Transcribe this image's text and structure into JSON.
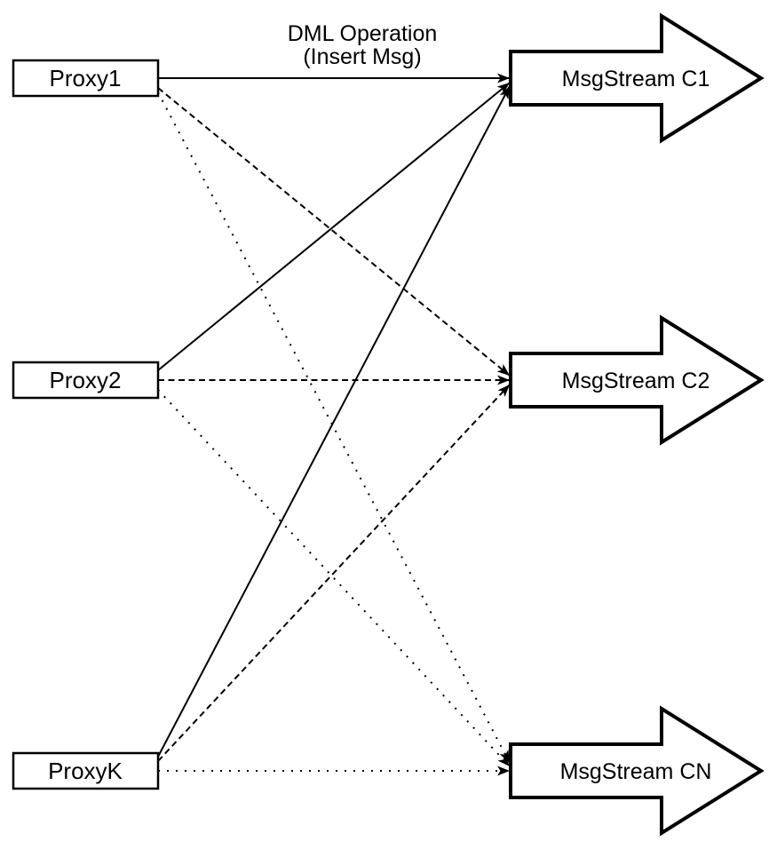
{
  "diagram": {
    "annotation": {
      "line1": "DML Operation",
      "line2": "(Insert Msg)"
    },
    "proxies": [
      {
        "id": "proxy1",
        "label": "Proxy1"
      },
      {
        "id": "proxy2",
        "label": "Proxy2"
      },
      {
        "id": "proxyk",
        "label": "ProxyK"
      }
    ],
    "streams": [
      {
        "id": "c1",
        "label": "MsgStream C1"
      },
      {
        "id": "c2",
        "label": "MsgStream C2"
      },
      {
        "id": "cn",
        "label": "MsgStream CN"
      }
    ],
    "connections": [
      {
        "from": "proxy1",
        "to": "c1",
        "style": "solid"
      },
      {
        "from": "proxy2",
        "to": "c1",
        "style": "solid"
      },
      {
        "from": "proxyk",
        "to": "c1",
        "style": "solid"
      },
      {
        "from": "proxy1",
        "to": "c2",
        "style": "dashed"
      },
      {
        "from": "proxy2",
        "to": "c2",
        "style": "dashed"
      },
      {
        "from": "proxyk",
        "to": "c2",
        "style": "dashed"
      },
      {
        "from": "proxy1",
        "to": "cn",
        "style": "dotted"
      },
      {
        "from": "proxy2",
        "to": "cn",
        "style": "dotted"
      },
      {
        "from": "proxyk",
        "to": "cn",
        "style": "dotted"
      }
    ],
    "colors": {
      "stroke": "#000000",
      "shape_fill": "#ffffff",
      "background": "#ffffff"
    }
  }
}
